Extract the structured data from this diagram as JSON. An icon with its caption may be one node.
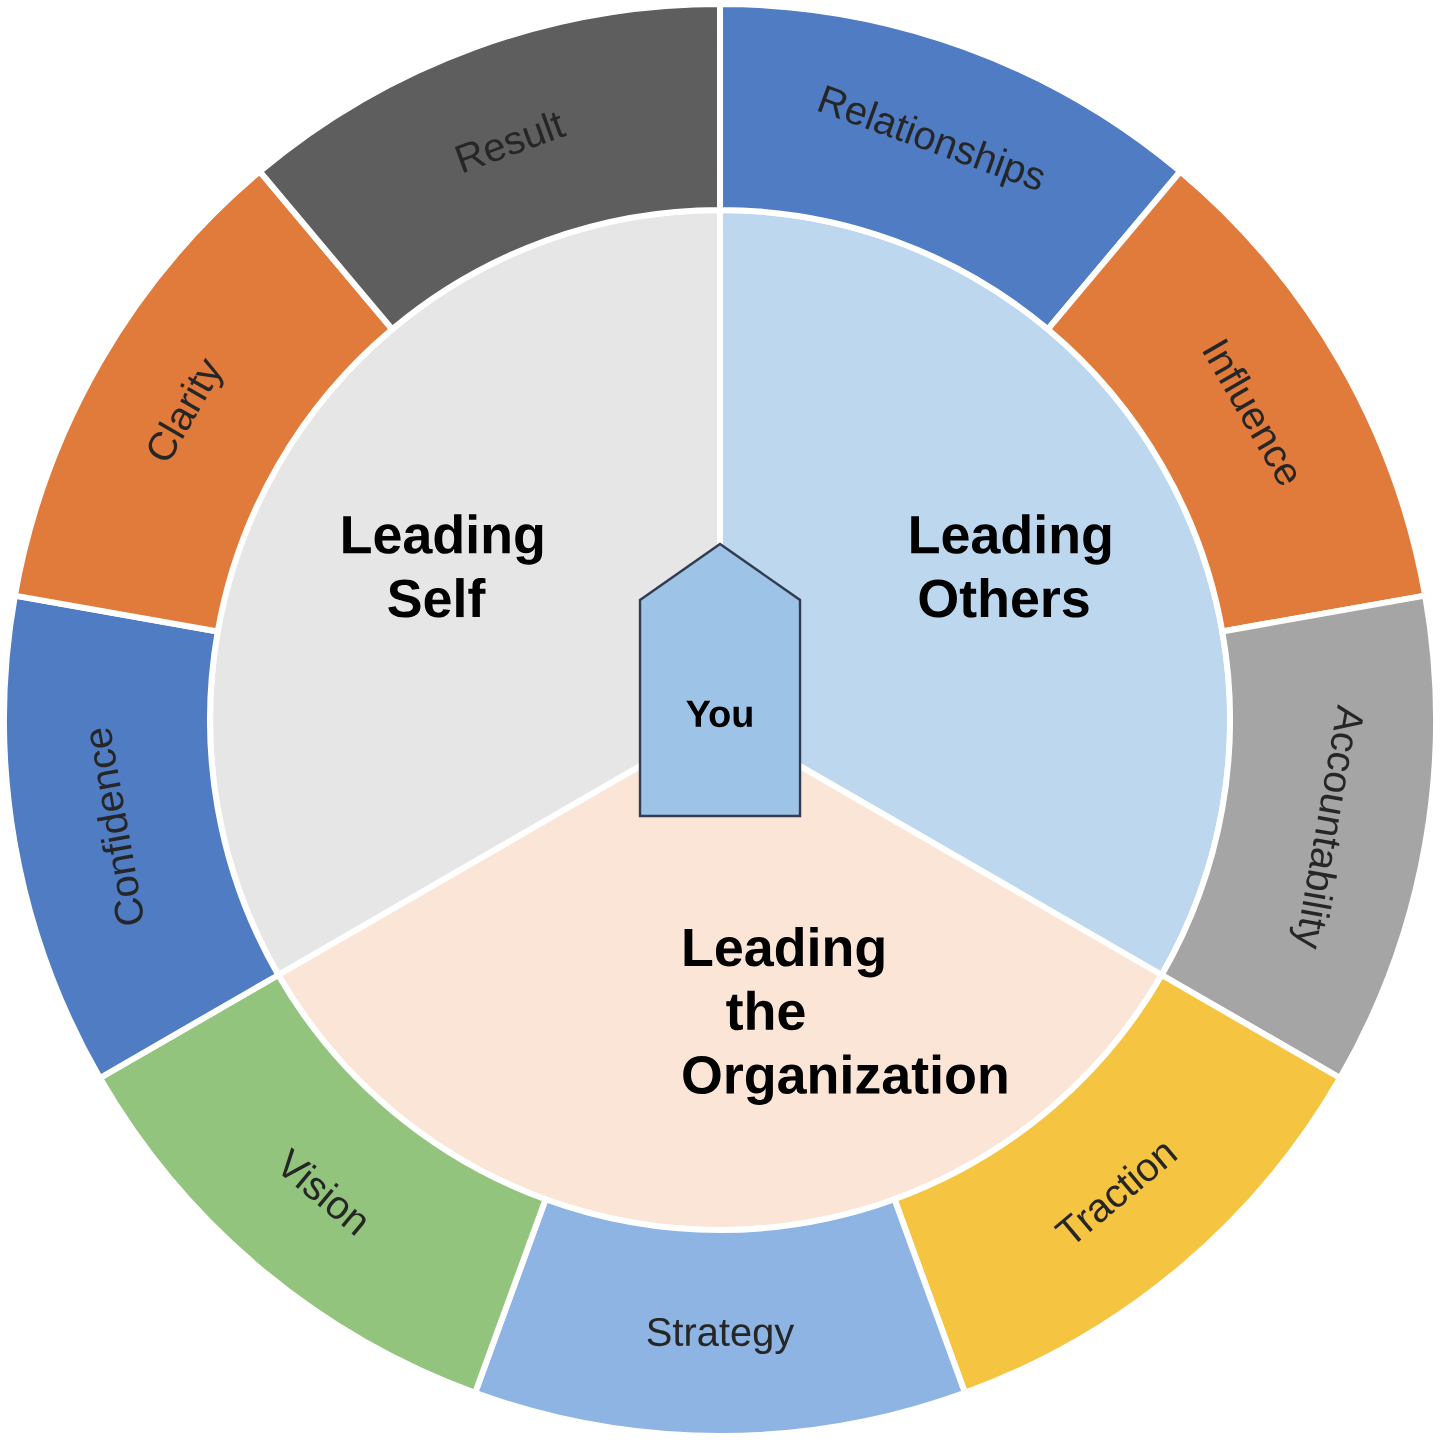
{
  "diagram": {
    "nodes": [
      {
        "text": [
          "Leading Self"
        ]
      },
      {
        "text": [
          "Leading Others"
        ]
      },
      {
        "text": [
          "Leading the Organization"
        ]
      },
      {
        "text": [
          "You"
        ]
      },
      {
        "text": [
          "Relationships"
        ]
      },
      {
        "text": [
          "Influence"
        ]
      },
      {
        "text": [
          "Accountability"
        ]
      },
      {
        "text": [
          "Traction"
        ]
      },
      {
        "text": [
          "Strategy"
        ]
      },
      {
        "text": [
          "Vision"
        ]
      },
      {
        "text": [
          "Confidence"
        ]
      },
      {
        "text": [
          "Clarity"
        ]
      },
      {
        "text": [
          "Result"
        ]
      }
    ]
  }
}
